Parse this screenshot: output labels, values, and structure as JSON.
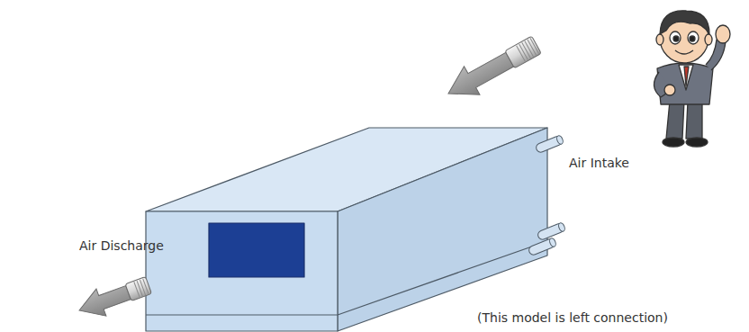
{
  "diagram": {
    "labels": [
      "Air Intake",
      "Air Discharge",
      "(This model is left connection)"
    ]
  }
}
